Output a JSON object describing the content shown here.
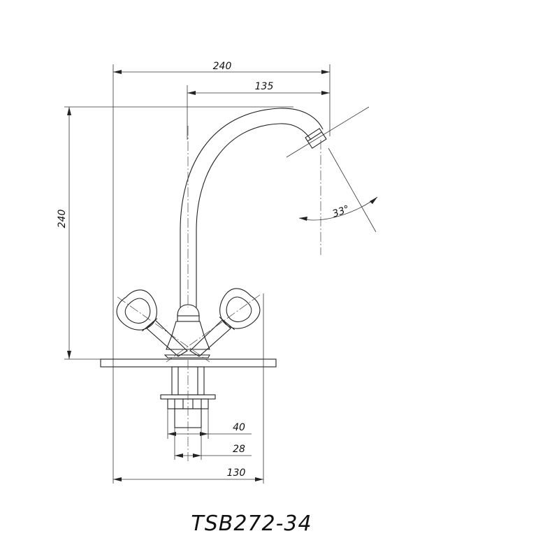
{
  "drawing": {
    "model": "TSB272-34",
    "dimensions": {
      "overall_width": "240",
      "spout_reach": "135",
      "height": "240",
      "spout_angle": "33°",
      "nut_diameter": "40",
      "shank_diameter": "28",
      "base_width": "130"
    }
  }
}
